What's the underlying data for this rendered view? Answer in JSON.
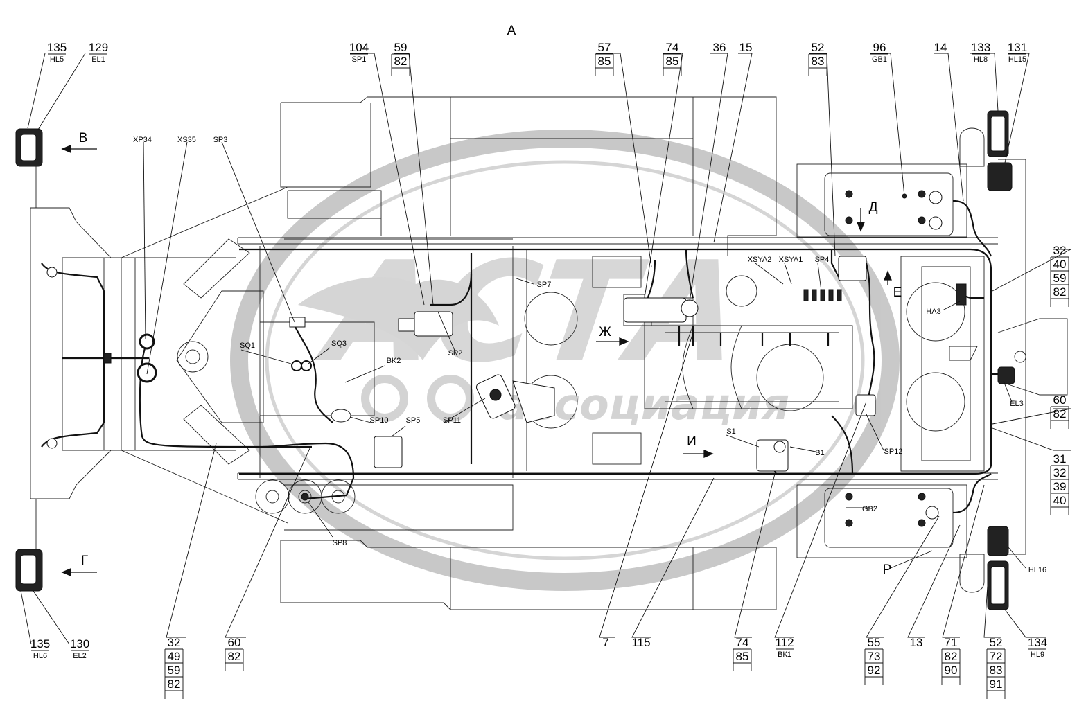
{
  "view_title": "А",
  "watermark": {
    "brand": "АСТА",
    "tagline": "ассоциация"
  },
  "arrows": {
    "b": "В",
    "g": "Г",
    "zh": "Ж",
    "i": "И",
    "d": "Д",
    "e": "Е",
    "r": "Р"
  },
  "callouts": {
    "c135a": [
      "135"
    ],
    "c135a_sub": "HL5",
    "c129": [
      "129"
    ],
    "c129_sub": "EL1",
    "c104": [
      "104"
    ],
    "c104_sub": "SP1",
    "c59_82": [
      "59",
      "82"
    ],
    "c57_85": [
      "57",
      "85"
    ],
    "c74_85a": [
      "74",
      "85"
    ],
    "c36": [
      "36"
    ],
    "c15": [
      "15"
    ],
    "c52_83": [
      "52",
      "83"
    ],
    "c96": [
      "96"
    ],
    "c96_sub": "GB1",
    "c14": [
      "14"
    ],
    "c133": [
      "133"
    ],
    "c133_sub": "HL8",
    "c131": [
      "131"
    ],
    "c131_sub": "HL15",
    "c32_40_59_82": [
      "32",
      "40",
      "59",
      "82"
    ],
    "c60_82r": [
      "60",
      "82"
    ],
    "c31_32_39_40": [
      "31",
      "32",
      "39",
      "40"
    ],
    "c135b": [
      "135"
    ],
    "c135b_sub": "HL6",
    "c130": [
      "130"
    ],
    "c130_sub": "EL2",
    "c32_49_59_82": [
      "32",
      "49",
      "59",
      "82"
    ],
    "c60_82l": [
      "60",
      "82"
    ],
    "c7": [
      "7"
    ],
    "c115": [
      "115"
    ],
    "c74_85b": [
      "74",
      "85"
    ],
    "c112": [
      "112"
    ],
    "c112_sub": "ВК1",
    "c55_73_92": [
      "55",
      "73",
      "92"
    ],
    "c13": [
      "13"
    ],
    "c71_82_90": [
      "71",
      "82",
      "90"
    ],
    "c52_72_83_91": [
      "52",
      "72",
      "83",
      "91"
    ],
    "c134": [
      "134"
    ],
    "c134_sub": "HL9"
  },
  "labels": {
    "xp34": "ХР34",
    "xs35": "XS35",
    "sp3": "SP3",
    "sq1": "SQ1",
    "sq3": "SQ3",
    "bk2": "BK2",
    "sp2": "SP2",
    "sp7": "SP7",
    "sp10": "SP10",
    "sp5": "SP5",
    "sp11": "SP11",
    "sp8": "SP8",
    "xsya2": "XSYA2",
    "xsya1": "XSYA1",
    "sp4": "SP4",
    "ha3": "НА3",
    "el3": "EL3",
    "s1": "S1",
    "b1": "В1",
    "sp12": "SP12",
    "gb2": "GB2",
    "hl16": "HL16"
  }
}
